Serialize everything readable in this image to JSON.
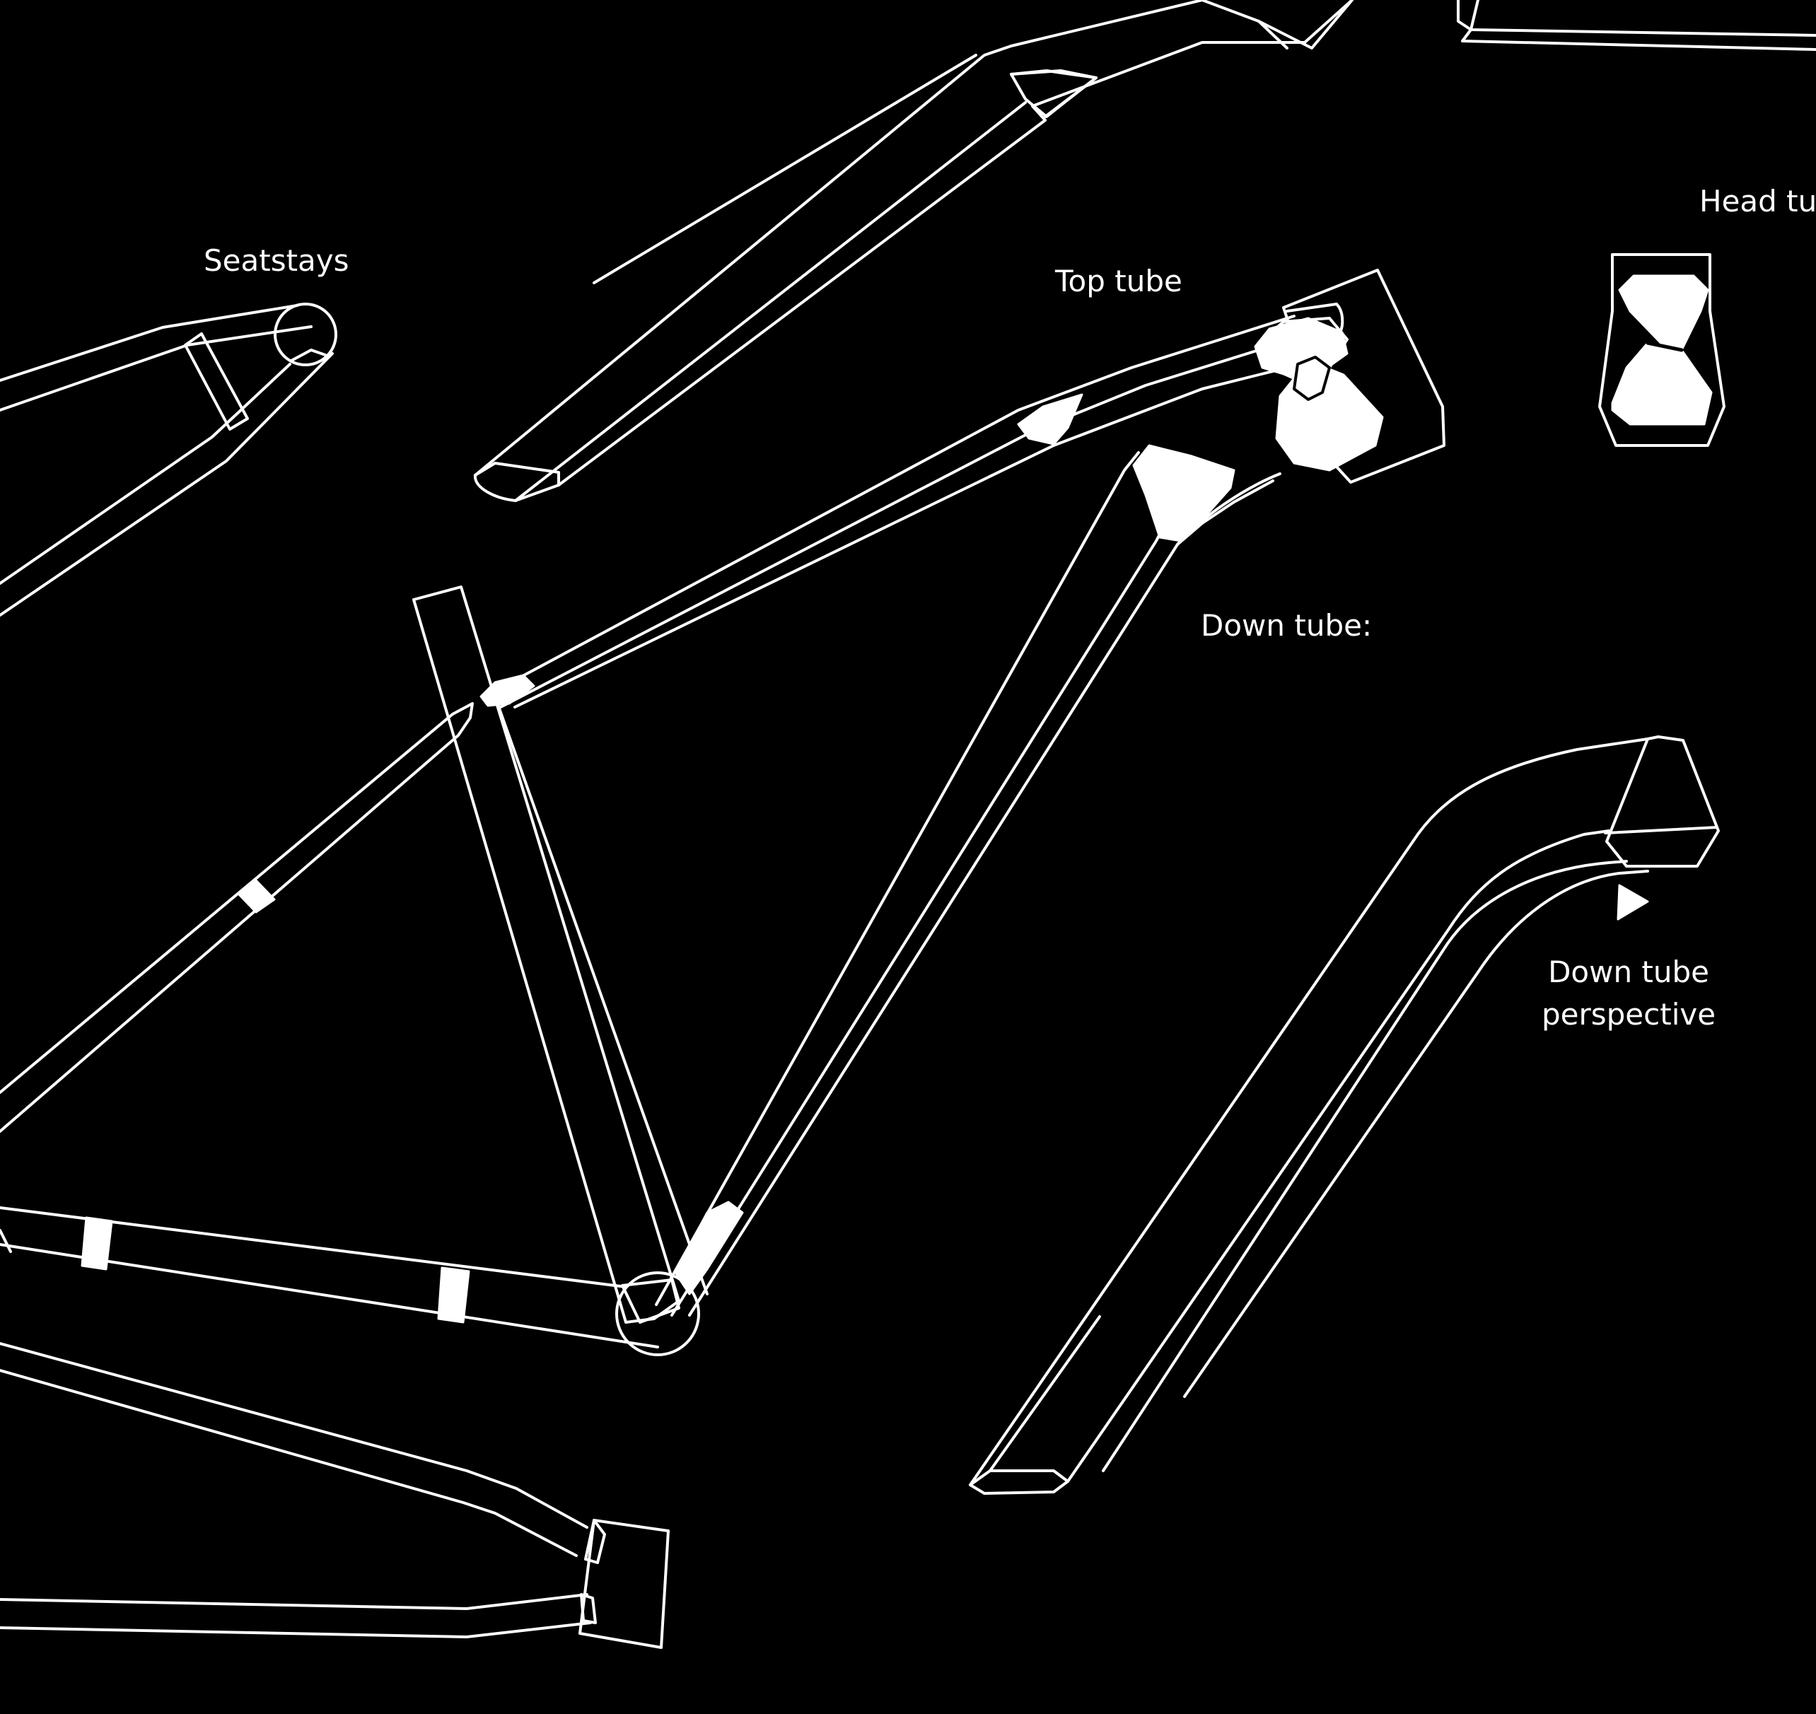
{
  "labels": {
    "seatstays": "Seatstays",
    "top_tube": "Top tube",
    "head_tube": "Head tu",
    "down_tube": "Down tube:",
    "down_tube_perspective_line1": "Down tube",
    "down_tube_perspective_line2": "perspective"
  },
  "colors": {
    "background": "#000000",
    "line": "#ffffff"
  }
}
